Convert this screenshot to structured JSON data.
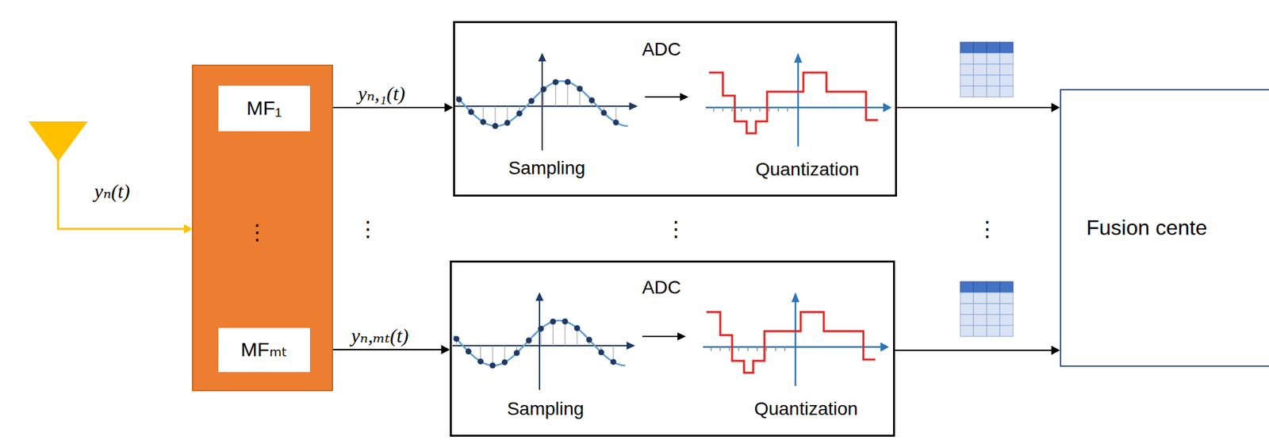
{
  "diagram": {
    "nodes": [
      {
        "text": [
          "⋮"
        ]
      },
      {
        "text": [
          "MF₁"
        ],
        "in": 0
      },
      {
        "text": [
          "MFₘₜ"
        ],
        "in": 0
      },
      {
        "text": [
          "ADC",
          "Sampling",
          "Quantization"
        ]
      },
      {
        "text": [
          "ADC",
          "Sampling",
          "Quantization"
        ]
      },
      {
        "text": [
          "Fusion cente"
        ]
      }
    ],
    "edges": [
      {
        "from": 1,
        "to": 3,
        "arrow": "to",
        "label": "yₙ,₁(t)"
      },
      {
        "from": 2,
        "to": 4,
        "arrow": "to",
        "label": "yₙ,ₘₜ(t)"
      },
      {
        "from": 3,
        "to": 5,
        "arrow": "to"
      },
      {
        "from": 4,
        "to": 5,
        "arrow": "to"
      }
    ],
    "labels": [
      "yₙ(t)",
      "⋮",
      "⋮",
      "⋮"
    ]
  }
}
